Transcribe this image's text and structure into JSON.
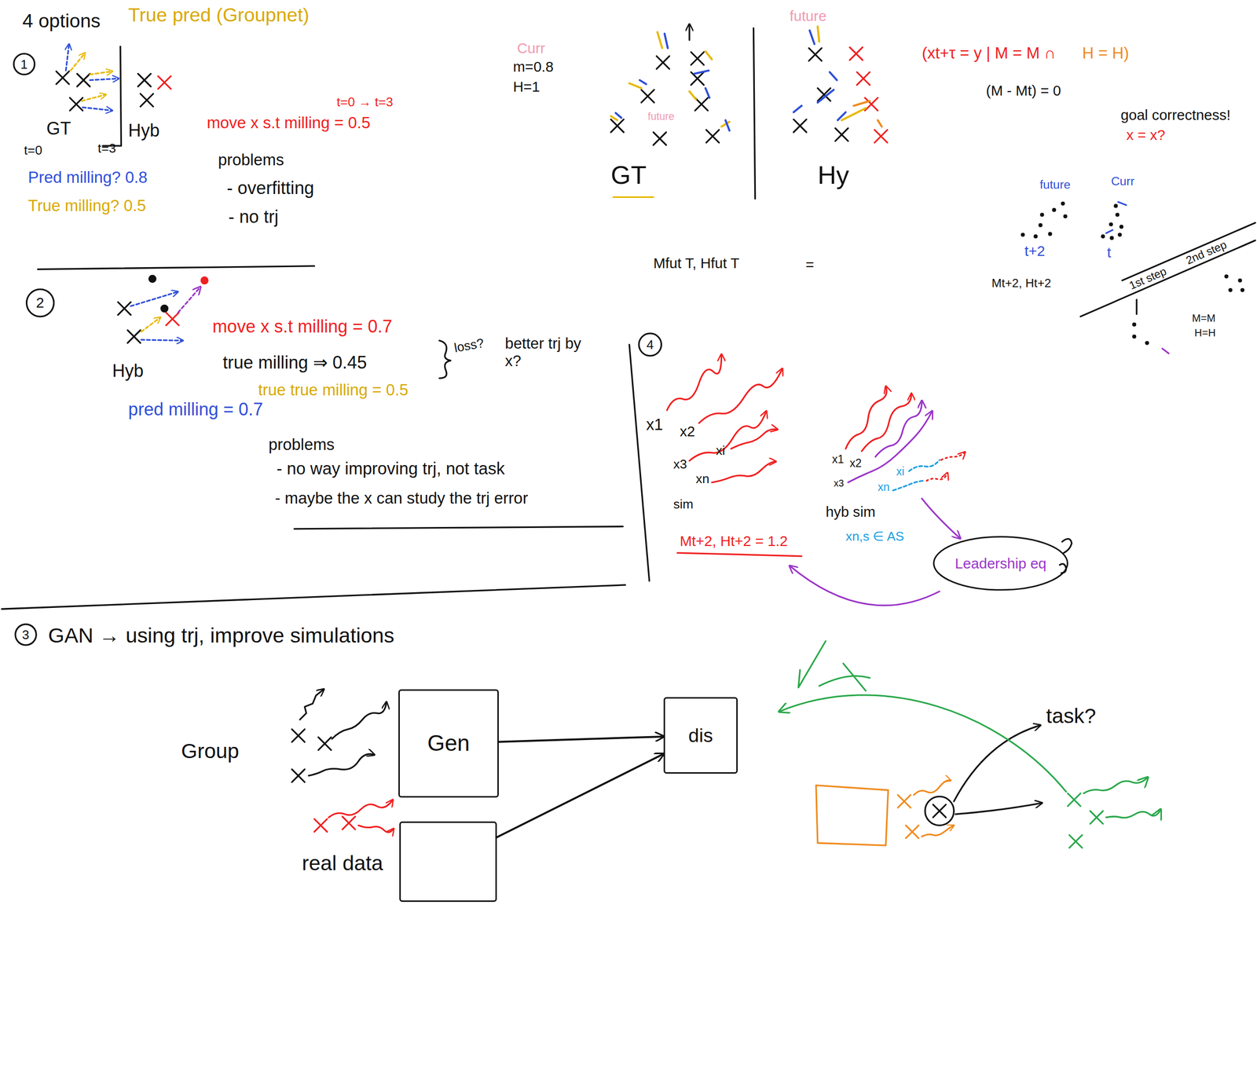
{
  "diagram": {
    "nodes": [
      {
        "text": [
          "Leadership eq"
        ]
      },
      {
        "text": [
          "Gen"
        ]
      },
      {
        "text": [
          "dis"
        ]
      },
      {
        "text": [
          "real data"
        ]
      }
    ],
    "edges": [
      {
        "from": 1,
        "to": 2,
        "arrow": "to"
      },
      {
        "from": 3,
        "to": 2,
        "arrow": "to"
      }
    ],
    "labels": [
      "4 options",
      "True pred (Groupnet)",
      "1",
      "GT",
      "t=0",
      "t=3",
      "Hyb",
      "Pred milling? 0.8",
      "True milling? 0.5",
      "t=0 → t=3",
      "move x s.t milling = 0.5",
      "problems",
      "- overfitting",
      "- no trj",
      "Curr",
      "m=0.8",
      "H=1",
      "future",
      "(xt+τ = y | M = M ∩",
      "H = H)",
      "(M - Mt) = 0",
      "goal correctness!",
      "x = x?",
      "future",
      "GT",
      "Hy",
      "future",
      "Curr",
      "t+2",
      "t",
      "Mfut T, Hfut T",
      "=",
      "Mt+2, Ht+2",
      "1st step",
      "2nd step",
      "M=M",
      "H=H",
      "2",
      "move x s.t milling = 0.7",
      "true milling ⇒ 0.45",
      "loss?",
      "better trj by x?",
      "Hyb",
      "true true milling = 0.5",
      "pred milling = 0.7",
      "problems",
      "- no way improving trj, not task",
      "- maybe the x can study the trj error",
      "4",
      "x1",
      "x2",
      "xi",
      "x3",
      "xn",
      "sim",
      "Mt+2, Ht+2 = 1.2",
      "x1",
      "x2",
      "xi",
      "x3",
      "xn",
      "hyb sim",
      "xn,s ∈ AS",
      "3",
      "GAN → using trj, improve simulations",
      "Group",
      "task?"
    ]
  }
}
